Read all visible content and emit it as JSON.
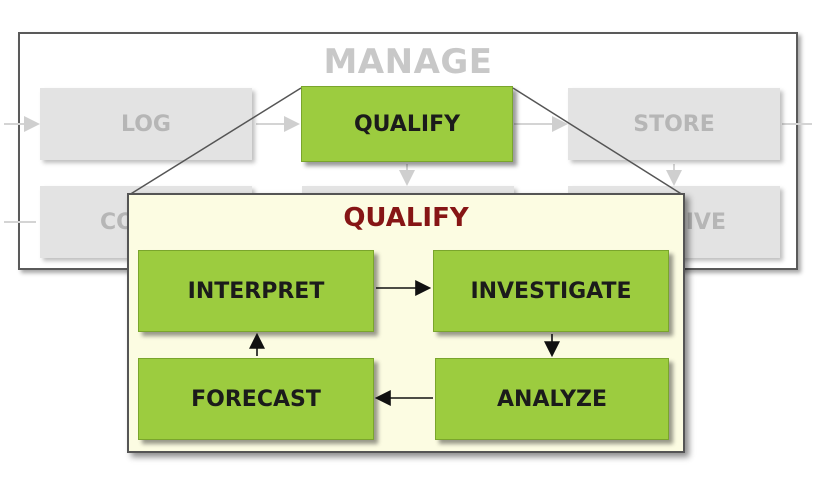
{
  "outer": {
    "title": "MANAGE",
    "steps": {
      "log": "LOG",
      "qualify": "QUALIFY",
      "store": "STORE",
      "bottom_left_partial": "CO",
      "bottom_right_partial": "IVE"
    }
  },
  "detail": {
    "title": "QUALIFY",
    "steps": {
      "interpret": "INTERPRET",
      "investigate": "INVESTIGATE",
      "analyze": "ANALYZE",
      "forecast": "FORECAST"
    }
  },
  "colors": {
    "green": "#9ccc3f",
    "grey_box": "#e3e3e3",
    "grey_text": "#b6b6b6",
    "panel_bg": "#fcfce2",
    "detail_title": "#861515"
  }
}
